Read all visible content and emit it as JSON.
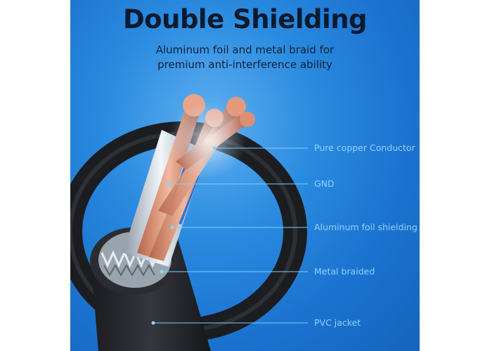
{
  "header": {
    "title": "Double Shielding",
    "subtitle_line1": "Aluminum foil and metal braid for",
    "subtitle_line2": "premium anti-interference ability"
  },
  "callouts": [
    {
      "label": "Pure copper Conductor"
    },
    {
      "label": "GND"
    },
    {
      "label": "Aluminum foil shielding"
    },
    {
      "label": "Metal braided"
    },
    {
      "label": "PVC jacket"
    }
  ],
  "colors": {
    "background": "#2a8be0",
    "title": "#0b1a2e",
    "callout_text": "#8fd2ff",
    "callout_line": "#7fd0ff"
  }
}
